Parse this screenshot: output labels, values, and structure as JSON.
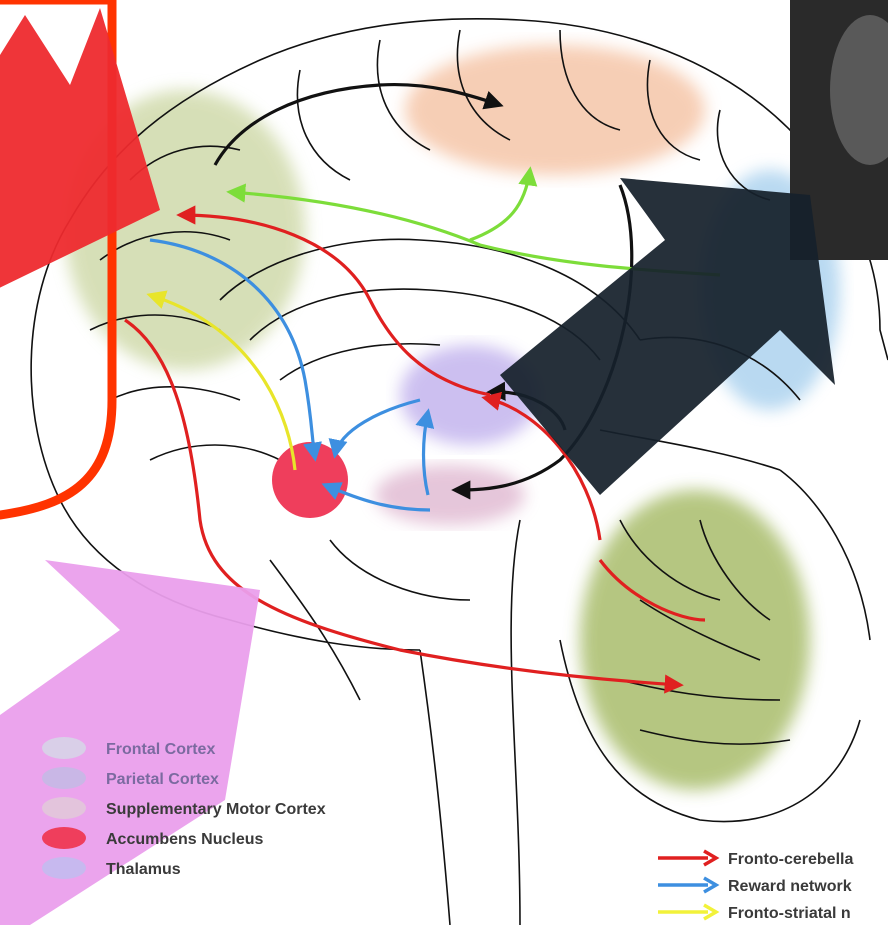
{
  "legend": {
    "regions": [
      {
        "label": "Frontal Cortex",
        "color": "#d9cfe8"
      },
      {
        "label": "Parietal Cortex",
        "color": "#c9b7e6"
      },
      {
        "label": "Supplementary Motor Cortex",
        "color": "#e3c4dc"
      },
      {
        "label": "Accumbens Nucleus",
        "color": "#ef3e5c"
      },
      {
        "label": "Thalamus",
        "color": "#c7b9ef"
      }
    ],
    "networks": [
      {
        "label": "Fronto-cerebella",
        "color": "#e02020"
      },
      {
        "label": "Reward network",
        "color": "#3d8fe0"
      },
      {
        "label": "Fronto-striatal n",
        "color": "#f2f23a"
      }
    ]
  },
  "colors": {
    "frontal_region": "#cdd8a6",
    "parietal_region": "#f6c9ad",
    "occipital_region": "#a8d0ee",
    "cerebellum_region": "#a9bd6c",
    "thalamus_region": "#c7b9ef",
    "sma_region": "#e3c0d6",
    "accumbens": "#ef3e5c",
    "overlay_red": "#ee2a2e",
    "overlay_red_border": "#ff3300",
    "overlay_black": "#15202b",
    "overlay_pink": "#ea9fec",
    "green_path": "#7ddd3a",
    "black_path": "#111111"
  }
}
